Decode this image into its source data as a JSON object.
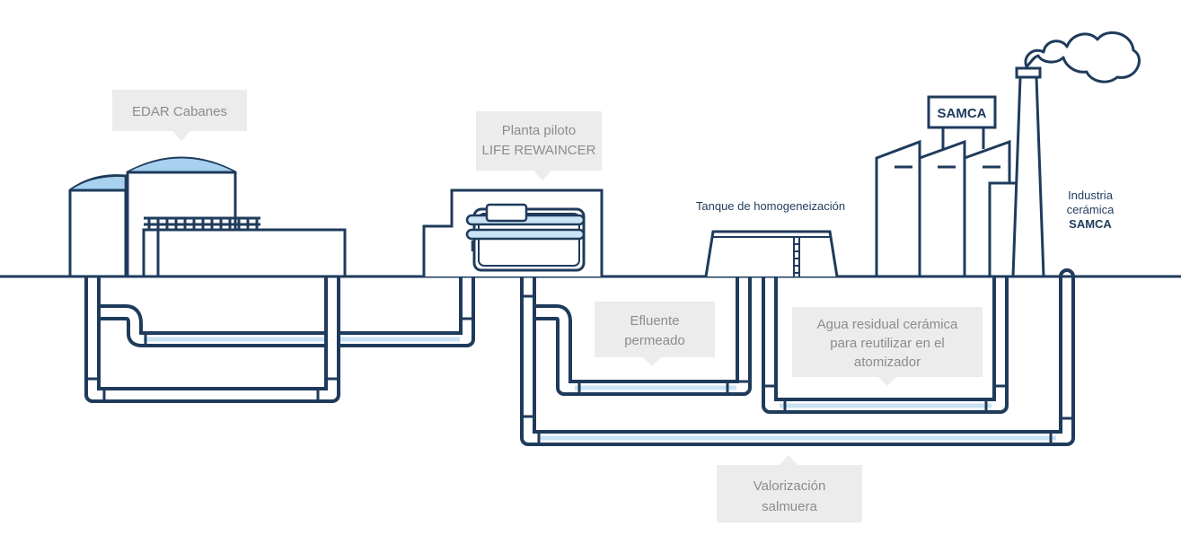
{
  "colors": {
    "line": "#1f3b5c",
    "water": "#c9e3f4",
    "dome": "#a7d1ef",
    "callout_bg": "#ececec",
    "callout_text": "#8c8c8c"
  },
  "labels": {
    "edar": "EDAR Cabanes",
    "planta_line1": "Planta piloto",
    "planta_line2": "LIFE REWAINCER",
    "tanque": "Tanque de homogeneización",
    "industria_line1": "Industria",
    "industria_line2": "cerámica",
    "industria_line3": "SAMCA",
    "samca_sign": "SAMCA",
    "efluente_line1": "Efluente",
    "efluente_line2": "permeado",
    "agua_line1": "Agua residual cerámica",
    "agua_line2": "para reutilizar en el",
    "agua_line3": "atomizador",
    "valorizacion_line1": "Valorización",
    "valorizacion_line2": "salmuera"
  },
  "icons": {
    "smoke": "smoke-cloud-icon",
    "factory": "factory-icon",
    "membrane": "membrane-module-icon"
  }
}
